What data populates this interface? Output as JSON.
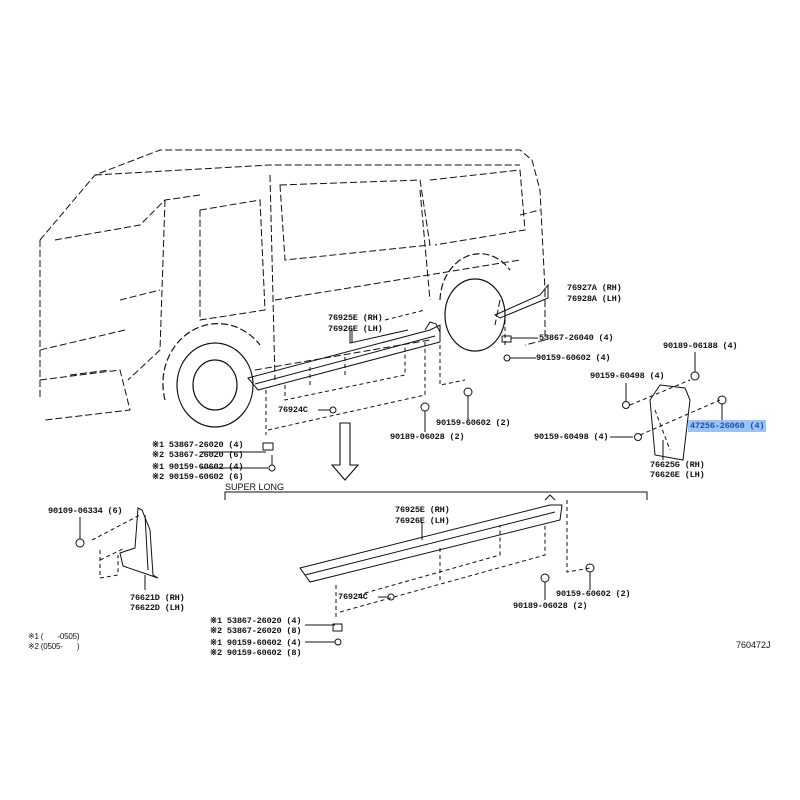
{
  "diagram_id": "760472J",
  "section_title": "SUPER LONG",
  "highlight_color": "#9cc3f5",
  "notes": [
    {
      "mark": "※1",
      "text": "※1 (       -0505)"
    },
    {
      "mark": "※2",
      "text": "※2 (0505-       )"
    }
  ],
  "upper_parts": {
    "rocker_rh": "76925E (RH)",
    "rocker_lh": "76926E (LH)",
    "clip": "76924C",
    "nut_1": "※1 53867-26020 (4)",
    "nut_2": "※2 53867-26020 (6)",
    "screw_1": "※1 90159-60602 (4)",
    "screw_2": "※2 90159-60602 (6)",
    "screw_pair": "90159-60602 (2)",
    "nut_pair": "90189-06028 (2)",
    "rear_rh": "76927A (RH)",
    "rear_lh": "76928A (LH)",
    "rear_nut": "53867-26040 (4)",
    "rear_screw": "90159-60602 (4)",
    "flap_nut": "90189-06188 (4)",
    "flap_screw_top": "90159-60498 (4)",
    "flap_clip": "47256-26060 (4)",
    "flap_screw_bottom": "90159-60498 (4)",
    "flap_rh": "76625G (RH)",
    "flap_lh": "76626E (LH)"
  },
  "front_flap": {
    "bolt": "90109-06334 (6)",
    "rh": "76621D (RH)",
    "lh": "76622D (LH)"
  },
  "super_long": {
    "rocker_rh": "76925E (RH)",
    "rocker_lh": "76926E (LH)",
    "clip": "76924C",
    "nut_1": "※1 53867-26020 (4)",
    "nut_2": "※2 53867-26020 (8)",
    "screw_1": "※1 90159-60602 (4)",
    "screw_2": "※2 90159-60602 (8)",
    "screw_pair": "90159-60602 (2)",
    "nut_pair": "90189-06028 (2)"
  }
}
